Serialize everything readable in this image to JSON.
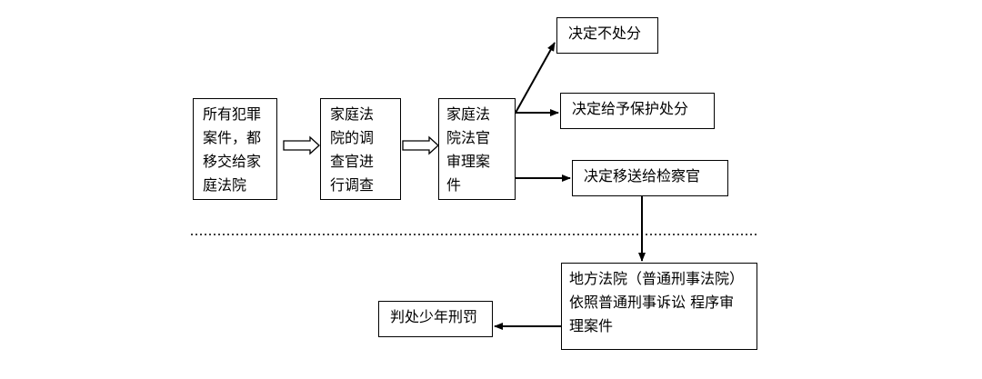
{
  "diagram": {
    "nodes": {
      "all_cases": "所有犯罪\n案件，都\n移交给家\n庭法院",
      "investigation": "家庭法\n院的调\n查官进\n行调查",
      "trial": "家庭法\n院法官\n审理案\n件",
      "no_disposition": "决定不处分",
      "protective": "决定给予保护处分",
      "prosecutor": "决定移送给检察官",
      "district_court": "地方法院（普通刑事法院）\n依照普通刑事诉讼 程序审\n理案件",
      "sentence": "判处少年刑罚"
    }
  }
}
